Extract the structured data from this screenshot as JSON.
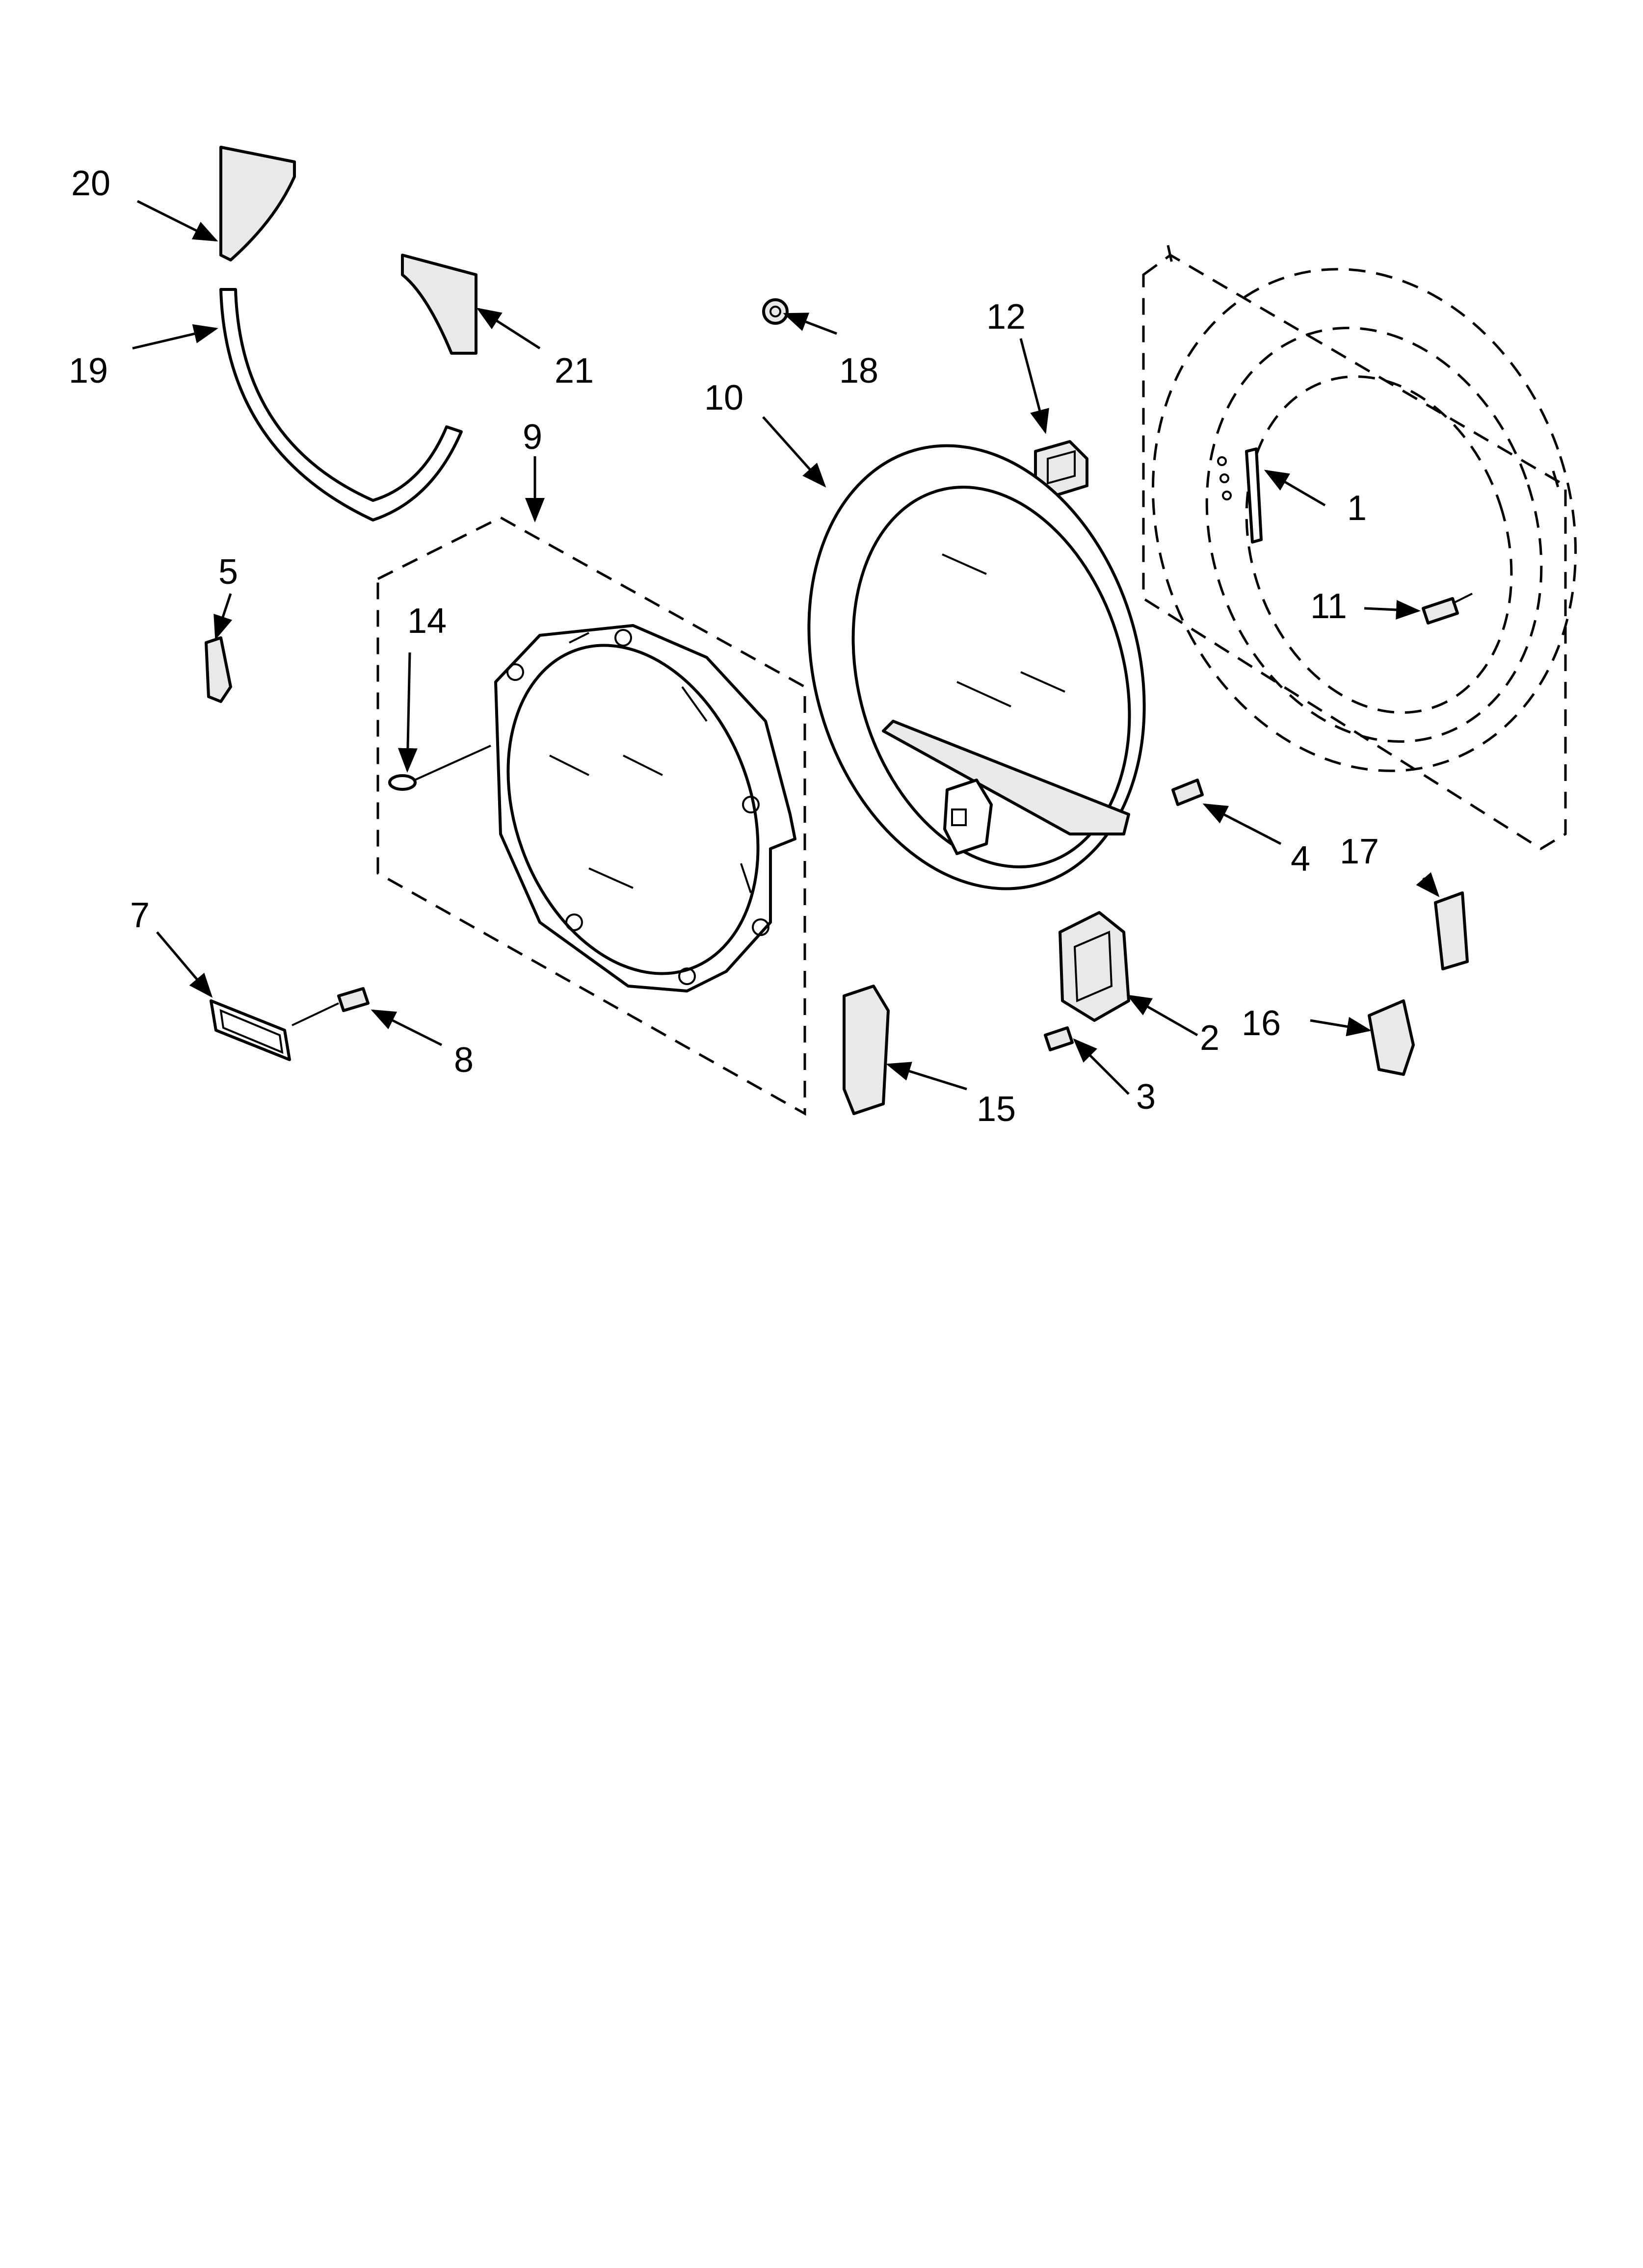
{
  "diagram": {
    "callouts": [
      "1",
      "2",
      "3",
      "4",
      "5",
      "7",
      "8",
      "9",
      "10",
      "11",
      "12",
      "14",
      "15",
      "16",
      "17",
      "18",
      "19",
      "20",
      "21"
    ]
  }
}
